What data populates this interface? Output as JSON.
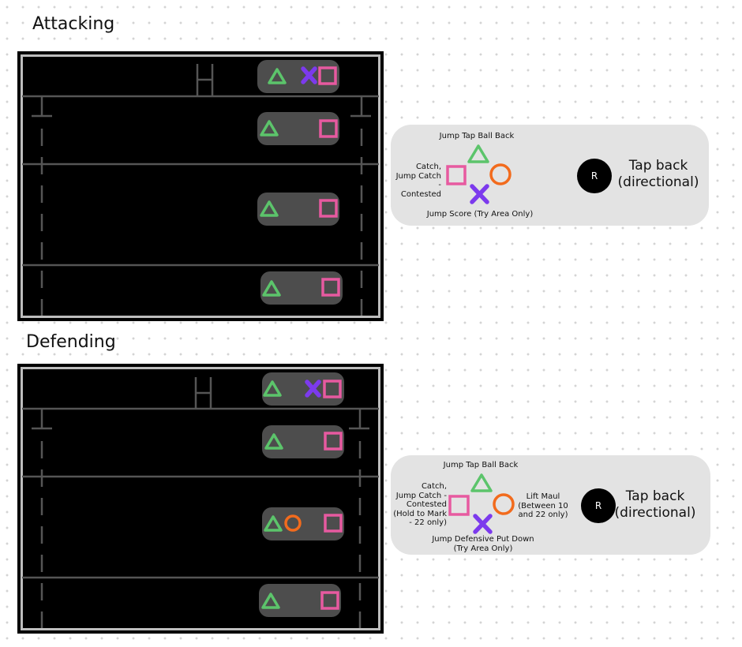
{
  "sections": {
    "attacking": {
      "title": "Attacking",
      "legend": {
        "triangle": "Jump Tap Ball Back",
        "square": "Catch,\nJump Catch -\nContested",
        "cross": "Jump Score (Try Area Only)",
        "r_button": "R",
        "r_label": "Tap back\n(directional)"
      }
    },
    "defending": {
      "title": "Defending",
      "legend": {
        "triangle": "Jump Tap Ball Back",
        "square": "Catch,\nJump Catch -\nContested\n(Hold to Mark\n- 22 only)",
        "circle": "Lift Maul\n(Between 10\nand 22 only)",
        "cross": "Jump Defensive Put Down\n(Try Area Only)",
        "r_button": "R",
        "r_label": "Tap back\n(directional)"
      }
    }
  },
  "colors": {
    "triangle": "#5cc46b",
    "square": "#e75aa0",
    "cross": "#7c3aed",
    "circle": "#f26b1d",
    "field_bg": "#000000",
    "field_line": "#555555",
    "pill_bg": "#4d4d4d",
    "legend_bg": "#e3e3e3"
  },
  "icons": [
    "triangle-icon",
    "square-icon",
    "cross-icon",
    "circle-icon",
    "goal-post-icon"
  ]
}
